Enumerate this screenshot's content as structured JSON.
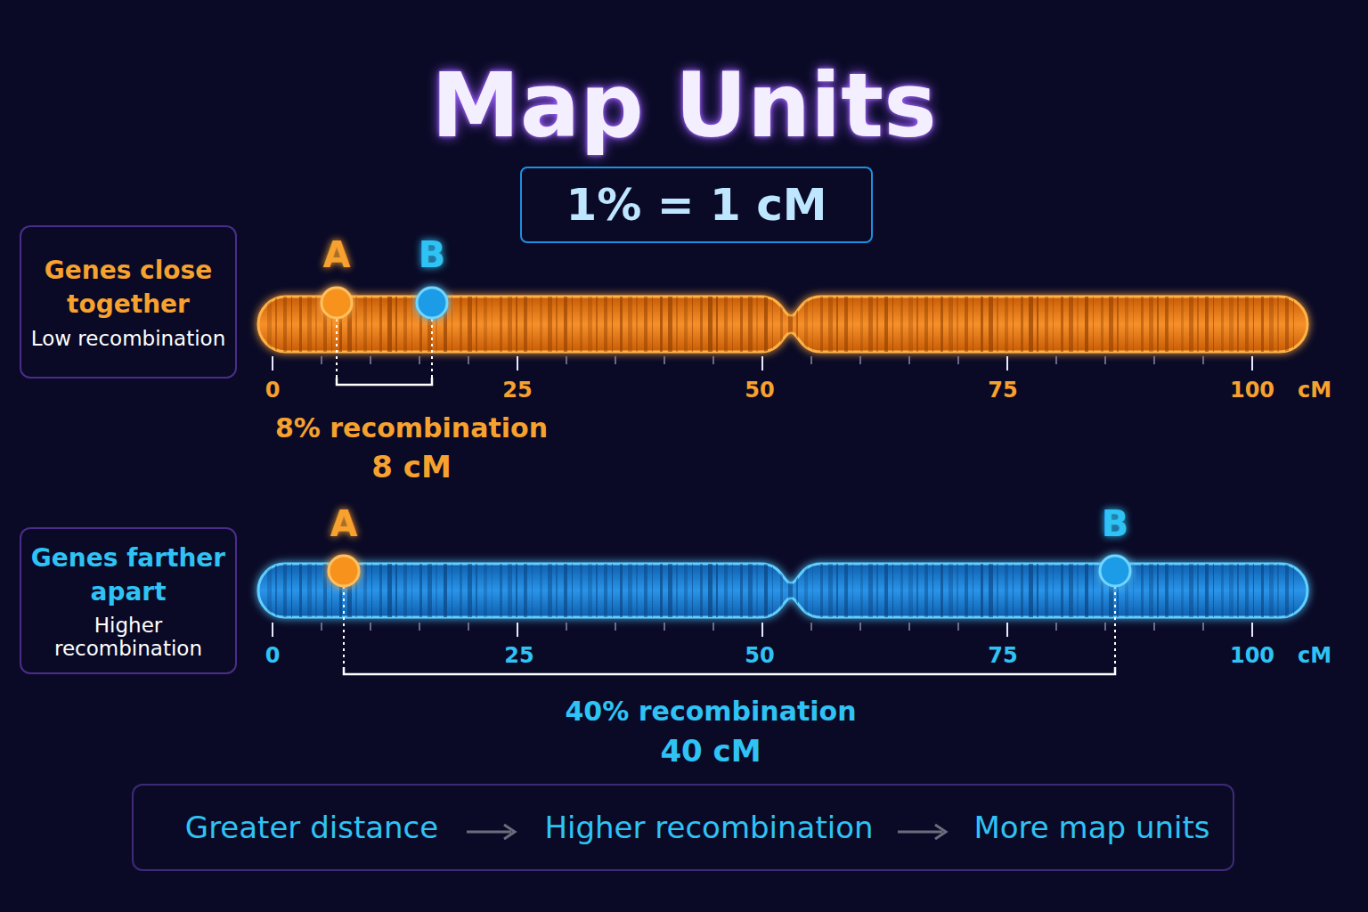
{
  "diagram": {
    "title": "Map Units",
    "nodes": [
      {
        "text": [
          "1% = 1 cM"
        ]
      },
      {
        "text": [
          "Genes close together",
          "Low recombination"
        ]
      },
      {
        "text": [
          "Genes farther apart",
          "Higher recombination"
        ]
      },
      {
        "text": [
          "Greater distance",
          "Higher recombination",
          "More map units"
        ]
      }
    ],
    "labels": [
      "A",
      "B",
      "0",
      "25",
      "50",
      "75",
      "100",
      "cM",
      "8% recombination",
      "8 cM",
      "A",
      "B",
      "0",
      "25",
      "50",
      "75",
      "100",
      "cM",
      "40% recombination",
      "40 cM"
    ]
  }
}
